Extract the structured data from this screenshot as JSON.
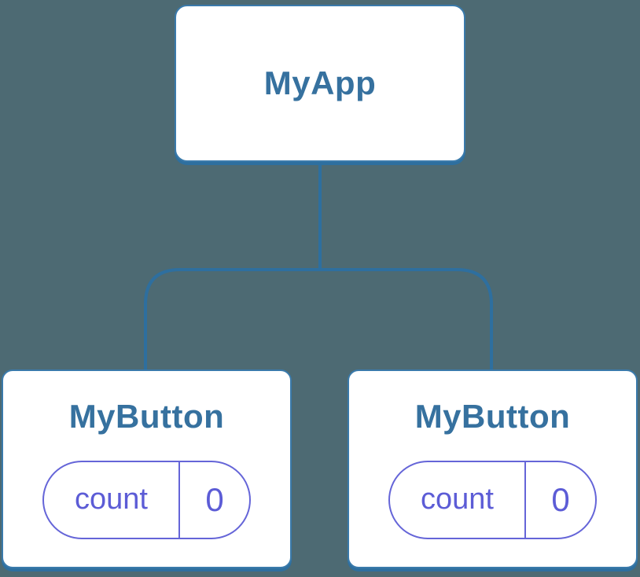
{
  "diagram": {
    "kind": "react-component-tree",
    "root": {
      "label": "MyApp"
    },
    "children": [
      {
        "label": "MyButton",
        "state": {
          "key": "count",
          "value": "0"
        }
      },
      {
        "label": "MyButton",
        "state": {
          "key": "count",
          "value": "0"
        }
      }
    ]
  },
  "colors": {
    "background": "#4d6a73",
    "card_bg": "#ffffff",
    "card_border": "#3a7aab",
    "line": "#2e6f9f",
    "label": "#36719f",
    "state_border": "#6565d8",
    "state_text": "#5c5cd6"
  }
}
